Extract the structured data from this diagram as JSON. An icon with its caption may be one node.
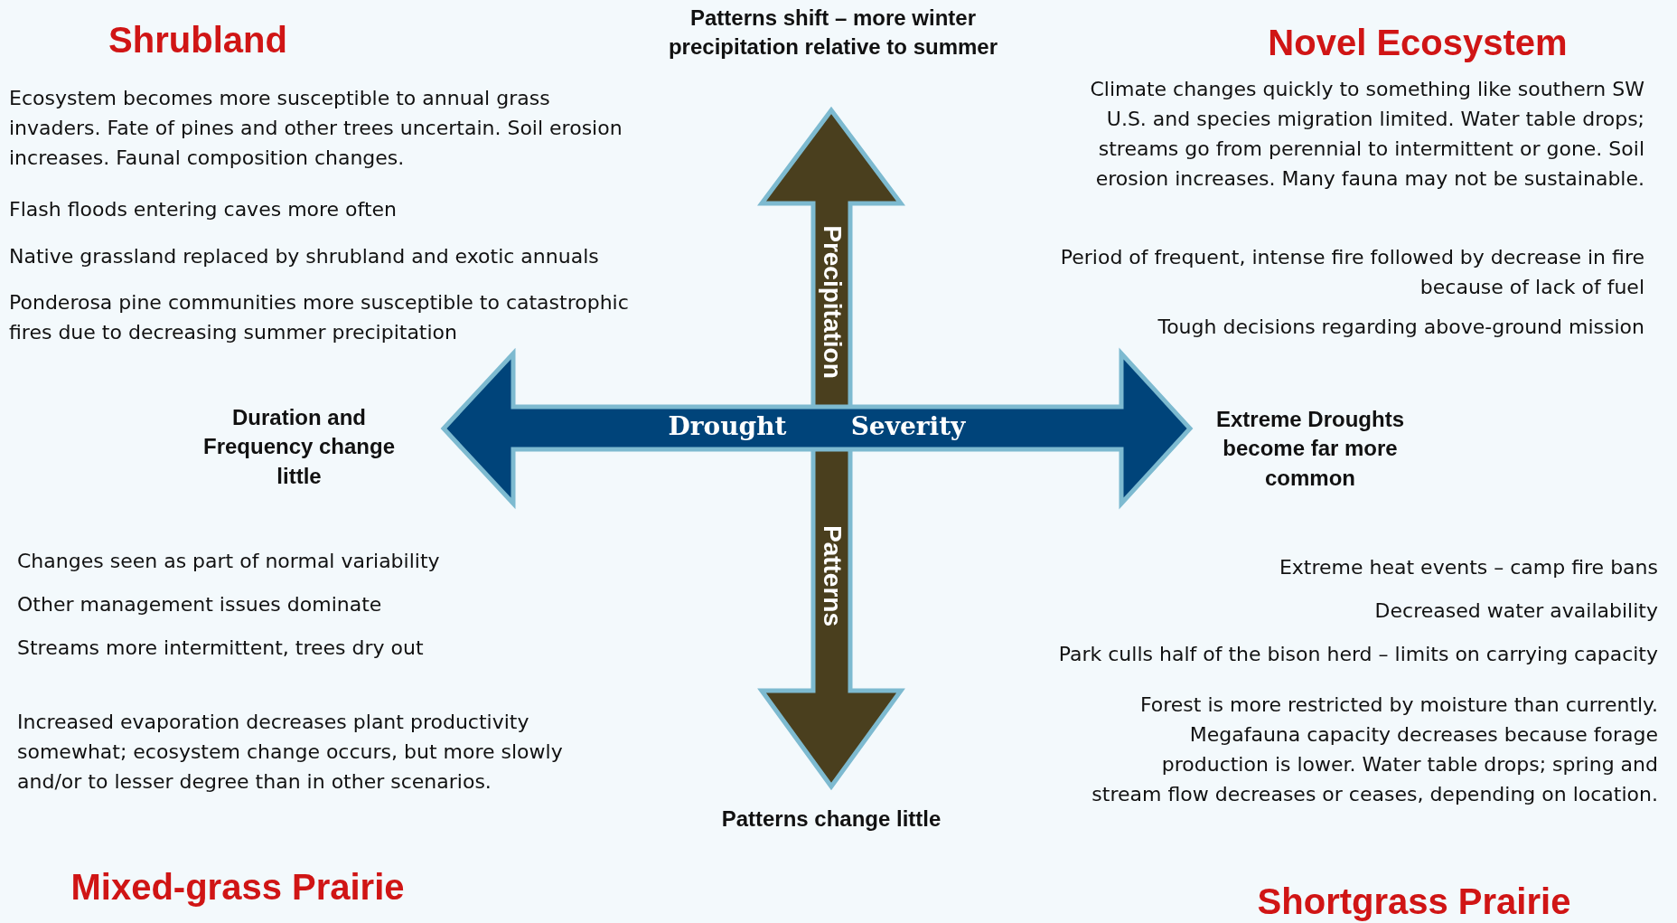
{
  "diagram": {
    "labels": [
      "Shrubland",
      "Patterns shift – more winter precipitation relative to summer",
      "Novel Ecosystem",
      "Ecosystem becomes more susceptible to annual grass invaders. Fate of pines and other trees uncertain. Soil erosion increases. Faunal composition changes.",
      "Flash floods entering caves more often",
      "Native grassland replaced by shrubland and exotic annuals",
      "Ponderosa pine communities more susceptible to catastrophic fires due to decreasing summer precipitation",
      "Climate changes quickly to something like southern SW U.S. and species migration limited. Water table drops; streams go from perennial to intermittent or gone. Soil erosion increases. Many fauna may not be sustainable.",
      "Period of frequent, intense fire followed by decrease in fire because of lack of fuel",
      "Tough decisions regarding above-ground mission",
      "Precipitation",
      "Duration and Frequency change little",
      "Drought",
      "Severity",
      "Extreme Droughts become far more common",
      "Patterns",
      "Changes seen as part of normal variability",
      "Other management issues dominate",
      "Streams more intermittent, trees dry out",
      "Increased evaporation decreases plant productivity somewhat; ecosystem change occurs, but more slowly and/or to lesser degree than in other scenarios.",
      "Extreme heat events – camp fire bans",
      "Decreased water availability",
      "Park culls half of the bison herd – limits on carrying capacity",
      "Forest is more restricted by moisture than currently. Megafauna capacity decreases because forage production is lower. Water table drops; spring and stream flow decreases or ceases, depending on location.",
      "Patterns change little",
      "Mixed-grass Prairie",
      "Shortgrass Prairie"
    ]
  }
}
